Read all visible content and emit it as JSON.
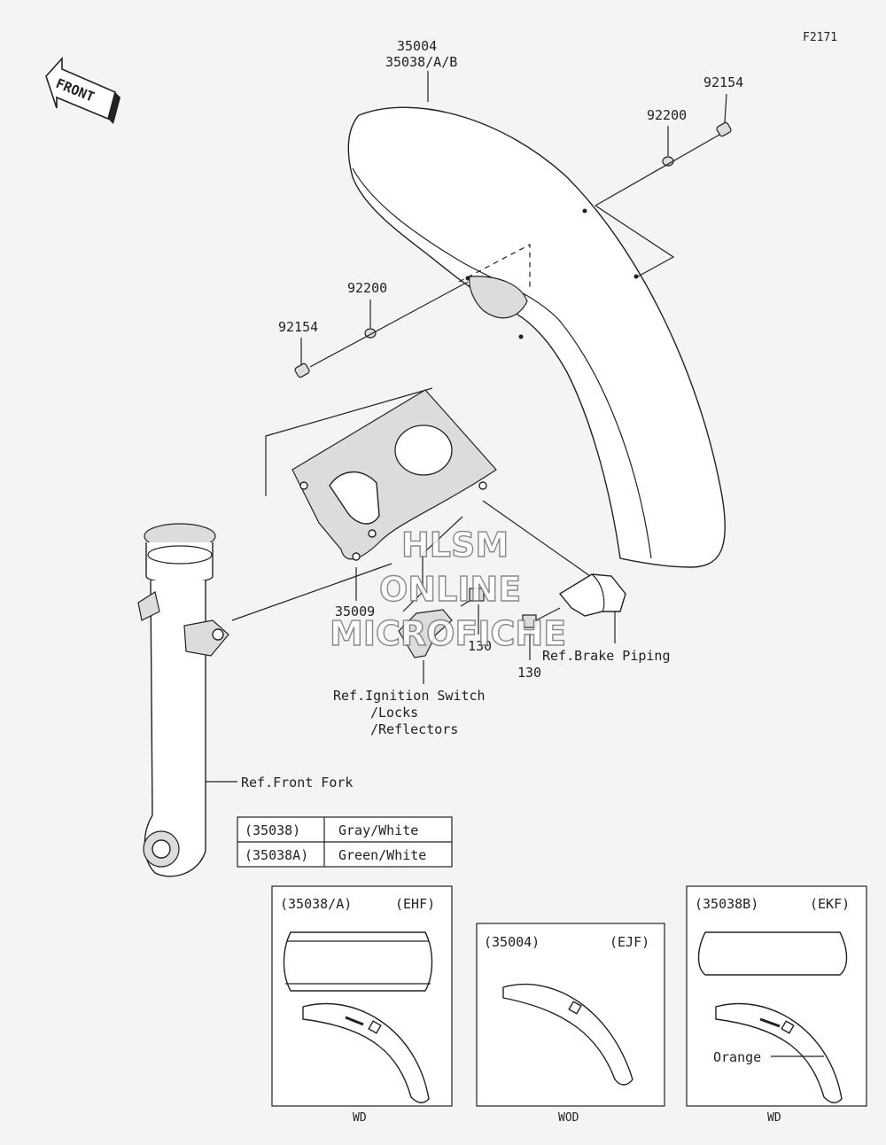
{
  "diagram_code": "F2171",
  "front_label": "FRONT",
  "parts": {
    "fender": {
      "number": "35004",
      "variants": "35038/A/B"
    },
    "screw_right": "92154",
    "washer_right": "92200",
    "washer_left": "92200",
    "screw_left": "92154",
    "bracket": "35009",
    "bolt_center": "130",
    "bolt_right": "130"
  },
  "references": {
    "brake_piping": "Ref.Brake Piping",
    "ignition_switch": "Ref.Ignition Switch",
    "locks": "/Locks",
    "reflectors": "/Reflectors",
    "front_fork": "Ref.Front Fork"
  },
  "color_table": [
    {
      "code": "(35038)",
      "color": "Gray/White"
    },
    {
      "code": "(35038A)",
      "color": "Green/White"
    }
  ],
  "variant_boxes": [
    {
      "code": "(35038/A)",
      "market": "(EHF)",
      "footer": "WD"
    },
    {
      "code": "(35004)",
      "market": "(EJF)",
      "footer": "WOD"
    },
    {
      "code": "(35038B)",
      "market": "(EKF)",
      "footer": "WD",
      "note": "Orange"
    }
  ],
  "watermark": {
    "line1": "HLSM",
    "line2": "ONLINE",
    "line3": "MICROFICHE"
  }
}
